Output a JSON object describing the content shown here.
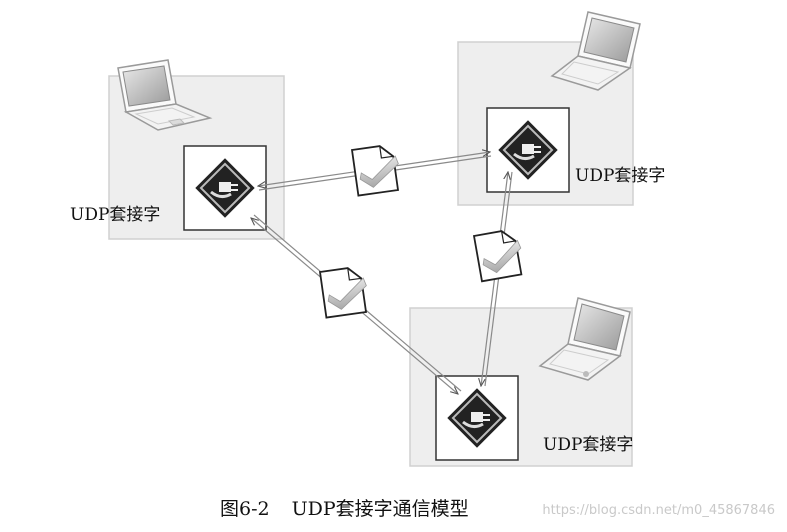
{
  "nodes": [
    {
      "id": "left",
      "label": "UDP套接字"
    },
    {
      "id": "right",
      "label": "UDP套接字"
    },
    {
      "id": "bottom",
      "label": "UDP套接字"
    }
  ],
  "caption": {
    "number": "图6-2",
    "text": "UDP套接字通信模型"
  },
  "watermark": "https://blog.csdn.net/m0_45867846",
  "colors": {
    "box_fill": "#eeeeee",
    "box_stroke": "#cfcfcf",
    "arrow": "#8a8a8a",
    "socket_icon": "#222222"
  }
}
